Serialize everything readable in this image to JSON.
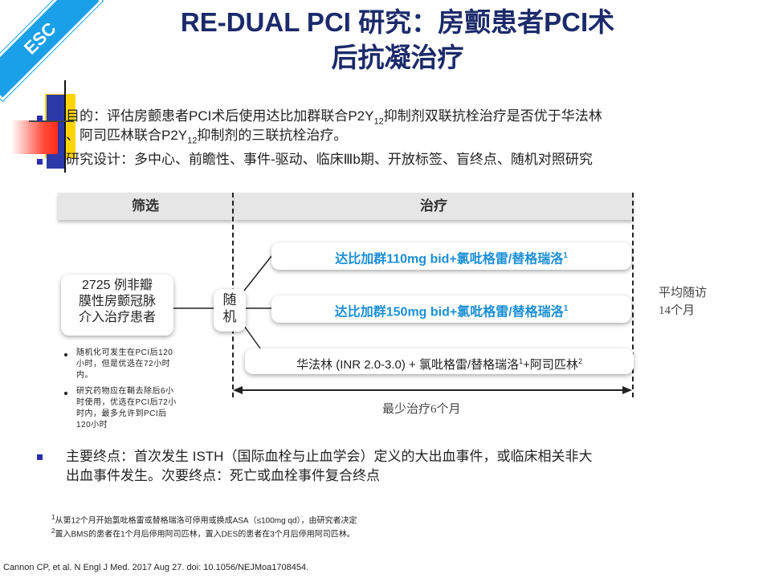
{
  "badge": {
    "label": "ESC"
  },
  "title": {
    "line1": "RE-DUAL PCI 研究：房颤患者PCI术",
    "line2": "后抗凝治疗"
  },
  "bullets": {
    "objective_a": "目的：评估房颤患者PCI术后使用达比加群联合P2Y",
    "objective_sub": "12",
    "objective_b": "抑制剂双联抗栓治疗是否优于华法林",
    "objective2_a": "、阿司匹林联合P2Y",
    "objective2_sub": "12",
    "objective2_b": "抑制剂的三联抗栓治疗。",
    "design": "研究设计：多中心、前瞻性、事件-驱动、临床Ⅲb期、开放标签、盲终点、随机对照研究",
    "endpoint_line1": "主要终点：首次发生 ISTH（国际血栓与止血学会）定义的大出血事件，或临床相关非大",
    "endpoint_line2": "出血事件发生。次要终点：死亡或血栓事件复合终点"
  },
  "diagram": {
    "screening": "筛选",
    "treatment": "治疗",
    "patients": [
      "2725 例非瓣",
      "膜性房颤冠脉",
      "介入治疗患者"
    ],
    "randomize": [
      "随",
      "机"
    ],
    "arm1": "达比加群110mg bid+氯吡格雷/替格瑞洛",
    "arm1_sup": "1",
    "arm2": "达比加群150mg bid+氯吡格雷/替格瑞洛",
    "arm2_sup": "1",
    "arm3_a": "华法林 (INR 2.0-3.0) + 氯吡格雷/替格瑞洛",
    "arm3_sup1": "1",
    "arm3_b": "+阿司匹林",
    "arm3_sup2": "2",
    "followup": [
      "平均随访",
      "14个月"
    ],
    "min_treatment": "最少治疗6个月",
    "notes": [
      [
        "随机化可发生在PCI后120",
        "小时，但是优选在72小时",
        "内。"
      ],
      [
        "研究药物应在鞘去除后6小",
        "时使用，优选在PCI后72小",
        "时内，最多允许到PCI后",
        "120小时"
      ]
    ]
  },
  "footnotes": {
    "f1_sup": "1",
    "f1": "从第12个月开始氯吡格雷或替格瑞洛可停用或换成ASA（≤100mg qd），由研究者决定",
    "f2_sup": "2",
    "f2": "置入BMS的患者在1个月后停用阿司匹林，置入DES的患者在3个月后停用阿司匹林。"
  },
  "citation": "Cannon CP, et al. N Engl J Med. 2017 Aug 27. doi: 10.1056/NEJMoa1708454.",
  "colors": {
    "title": "#1b2a6b",
    "arm_text": "#1a8fd6",
    "badge": "#1aa0e8",
    "bullet": "#2b2bb0"
  }
}
